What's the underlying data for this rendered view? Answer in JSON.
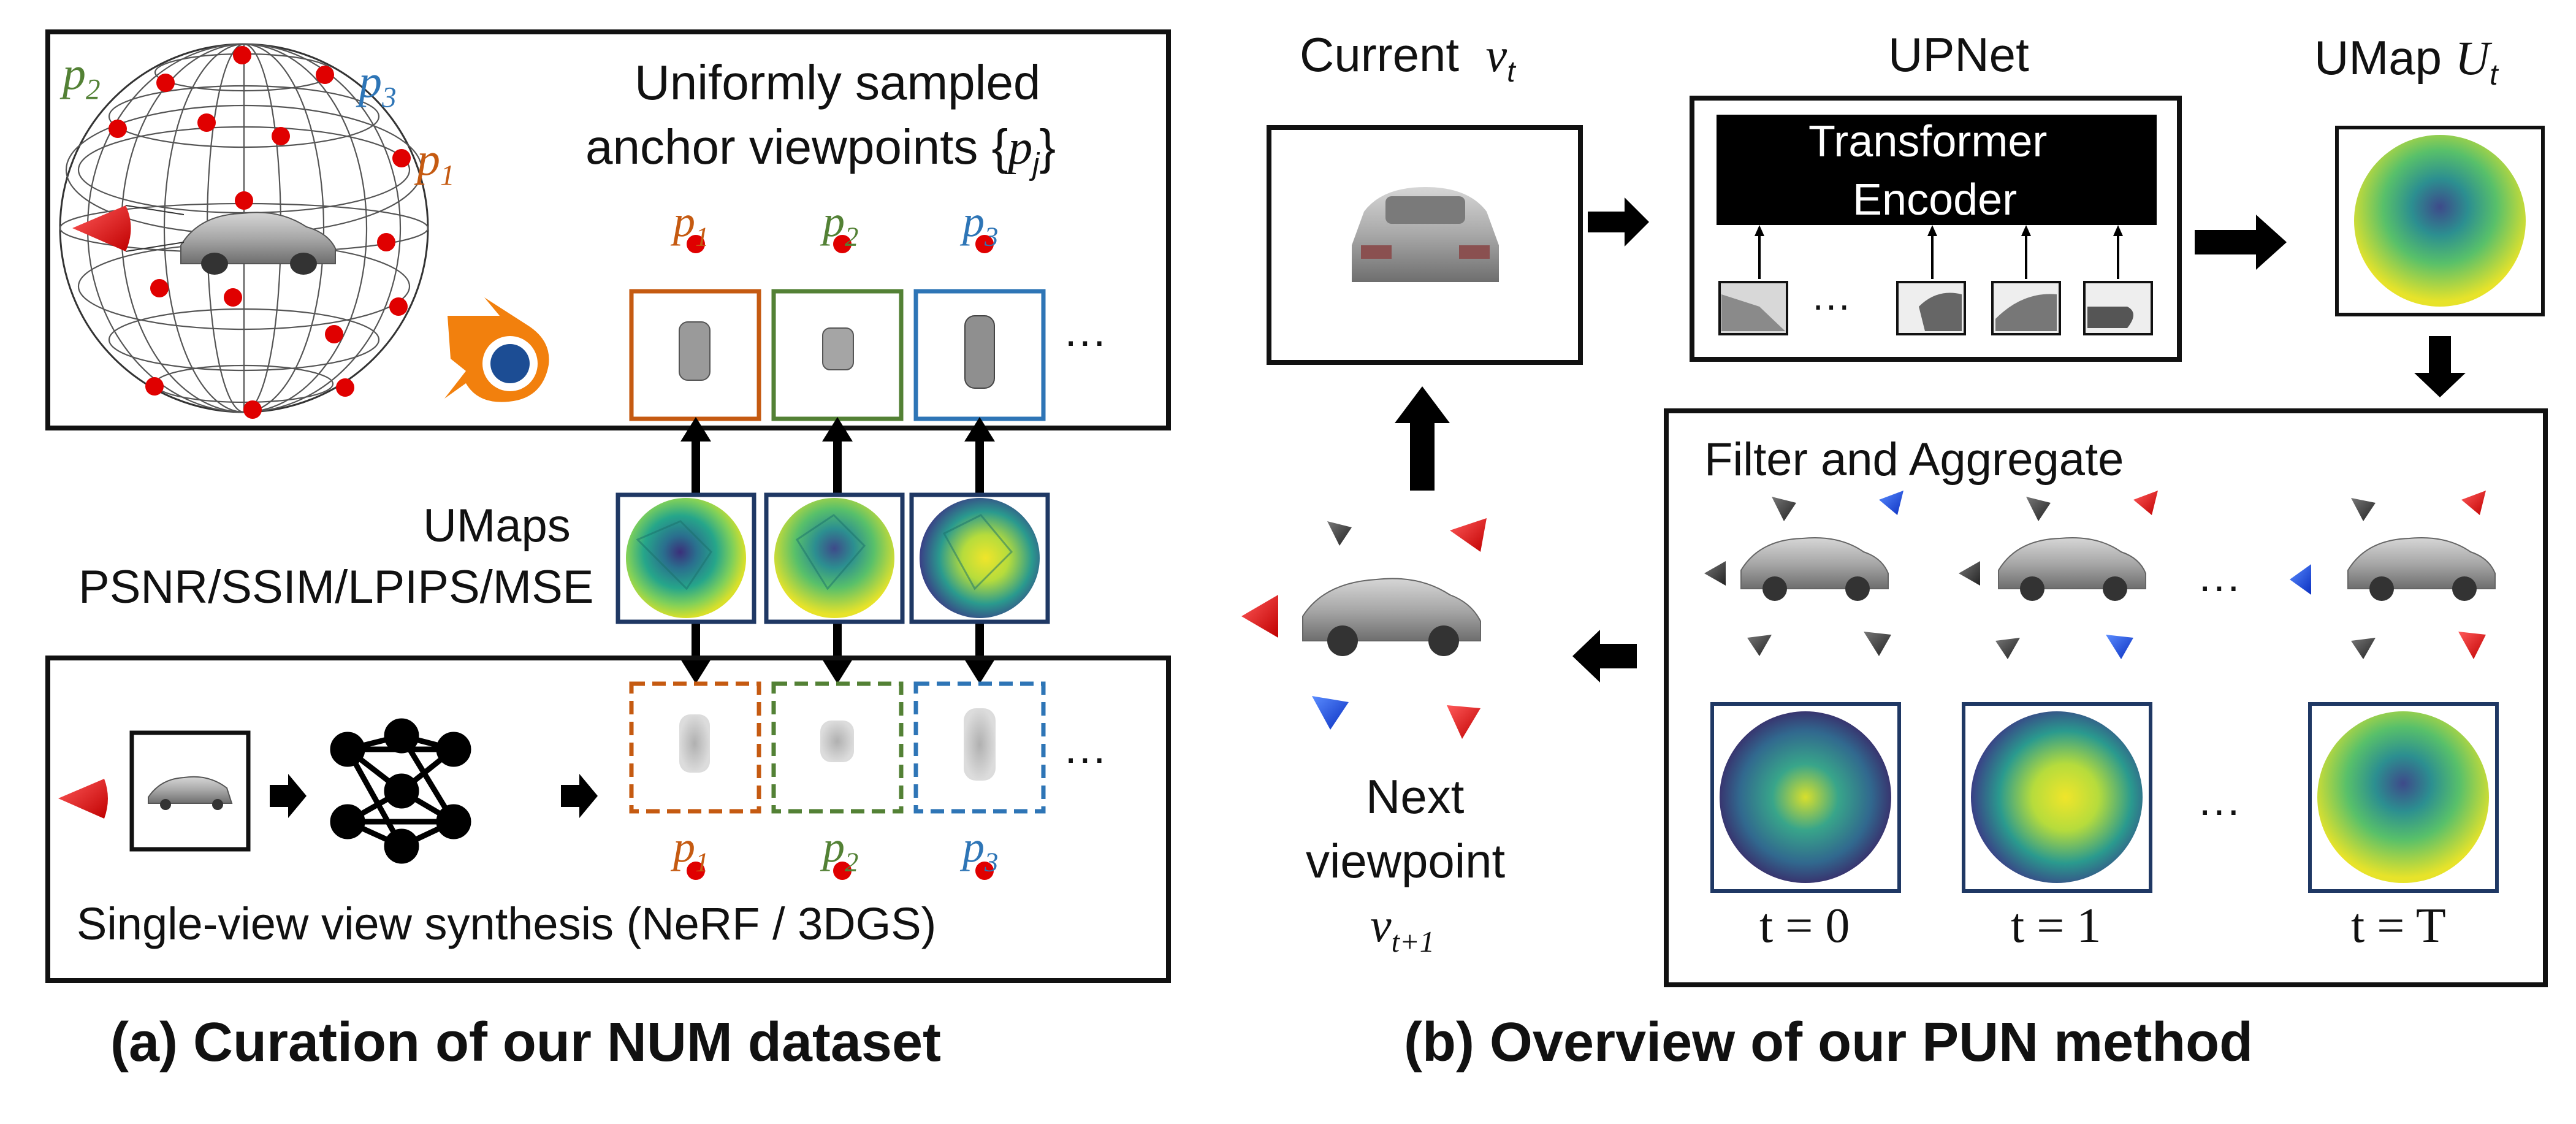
{
  "panel_a": {
    "anchor_title_line1": "Uniformly sampled",
    "anchor_title_line2": "anchor viewpoints {",
    "anchor_title_var": "p",
    "anchor_title_sub": "j",
    "anchor_title_end": "}",
    "sphere_labels": [
      {
        "text": "p",
        "sub": "2",
        "color": "#538135"
      },
      {
        "text": "p",
        "sub": "3",
        "color": "#2e75b6"
      },
      {
        "text": "p",
        "sub": "1",
        "color": "#c55a11"
      }
    ],
    "thumb_labels": [
      {
        "text": "p",
        "sub": "1",
        "color": "#c55a11"
      },
      {
        "text": "p",
        "sub": "2",
        "color": "#538135"
      },
      {
        "text": "p",
        "sub": "3",
        "color": "#2e75b6"
      }
    ],
    "ellipsis": "···",
    "umaps_line1": "UMaps",
    "umaps_line2": "PSNR/SSIM/LPIPS/MSE",
    "synthesis_label": "Single-view view synthesis (NeRF / 3DGS)",
    "caption": "(a) Curation of our NUM dataset"
  },
  "panel_b": {
    "current_label": "Current",
    "current_var": "v",
    "current_sub": "t",
    "upnet_label": "UPNet",
    "transformer_line1": "Transformer",
    "transformer_line2": "Encoder",
    "ellipsis": "···",
    "umap_label": "UMap",
    "umap_var": "U",
    "umap_sub": "t",
    "filter_label": "Filter and Aggregate",
    "next_line1": "Next",
    "next_line2": "viewpoint",
    "next_var": "v",
    "next_sub": "t+1",
    "time_labels": [
      "t = 0",
      "t = 1",
      "t = T"
    ],
    "caption": "(b) Overview of our PUN method"
  },
  "colors": {
    "orange": "#c55a11",
    "green": "#538135",
    "blue": "#2e75b6",
    "navy": "#1f3864",
    "red_point": "#e00000"
  }
}
